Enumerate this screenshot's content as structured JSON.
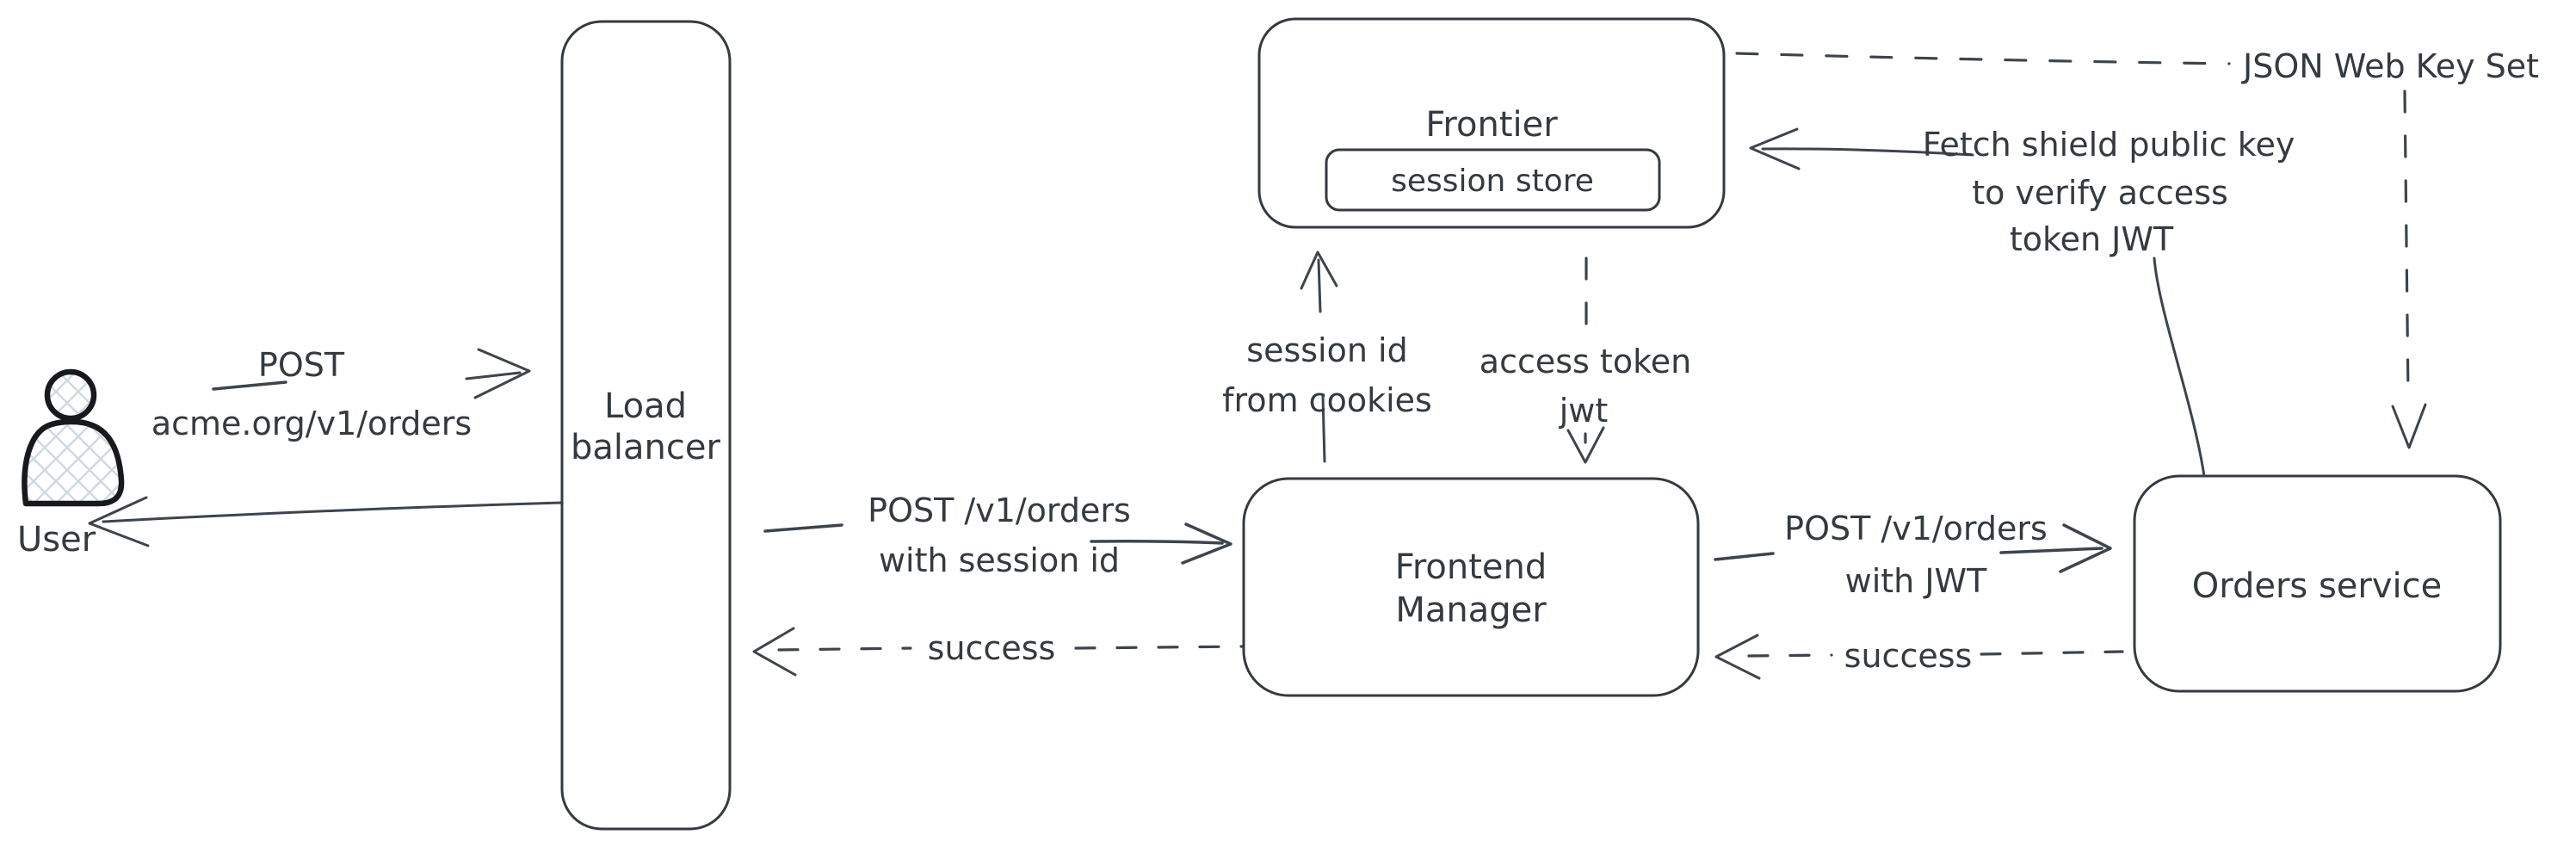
{
  "colors": {
    "background": "#ffffff",
    "stroke": "#3d444c",
    "text": "#343a40",
    "user_figure_stroke": "#17191d",
    "user_figure_hatch": "#cfd9e0"
  },
  "nodes": {
    "user": {
      "label": "User"
    },
    "load_balancer": {
      "label_line1": "Load",
      "label_line2": "balancer"
    },
    "frontier": {
      "label": "Frontier",
      "session_store_label": "session store"
    },
    "frontend_manager": {
      "label_line1": "Frontend",
      "label_line2": "Manager"
    },
    "orders_service": {
      "label": "Orders service"
    }
  },
  "edges": {
    "user_to_load_balancer": {
      "label_line1": "POST",
      "label_line2": "acme.org/v1/orders",
      "style": "solid"
    },
    "load_balancer_to_user": {
      "style": "solid"
    },
    "load_balancer_to_frontend_manager": {
      "label_line1": "POST /v1/orders",
      "label_line2": "with session id",
      "style": "solid"
    },
    "frontend_manager_to_load_balancer": {
      "label": "success",
      "style": "dashed"
    },
    "frontend_manager_to_frontier": {
      "label_line1": "session id",
      "label_line2": "from cookies",
      "style": "solid"
    },
    "frontier_to_frontend_manager": {
      "label_line1": "access token",
      "label_line2": "jwt",
      "style": "dashed"
    },
    "frontend_manager_to_orders_service": {
      "label_line1": "POST /v1/orders",
      "label_line2": "with JWT",
      "style": "solid"
    },
    "orders_service_to_frontend_manager": {
      "label": "success",
      "style": "dashed"
    },
    "orders_service_to_frontier": {
      "label_line1": "Fetch shield public key",
      "label_line2": "to verify access",
      "label_line3": "token JWT",
      "style": "solid"
    },
    "frontier_to_jwks": {
      "label": "JSON Web Key Set",
      "style": "dashed"
    },
    "jwks_to_orders_service": {
      "style": "dashed"
    }
  }
}
